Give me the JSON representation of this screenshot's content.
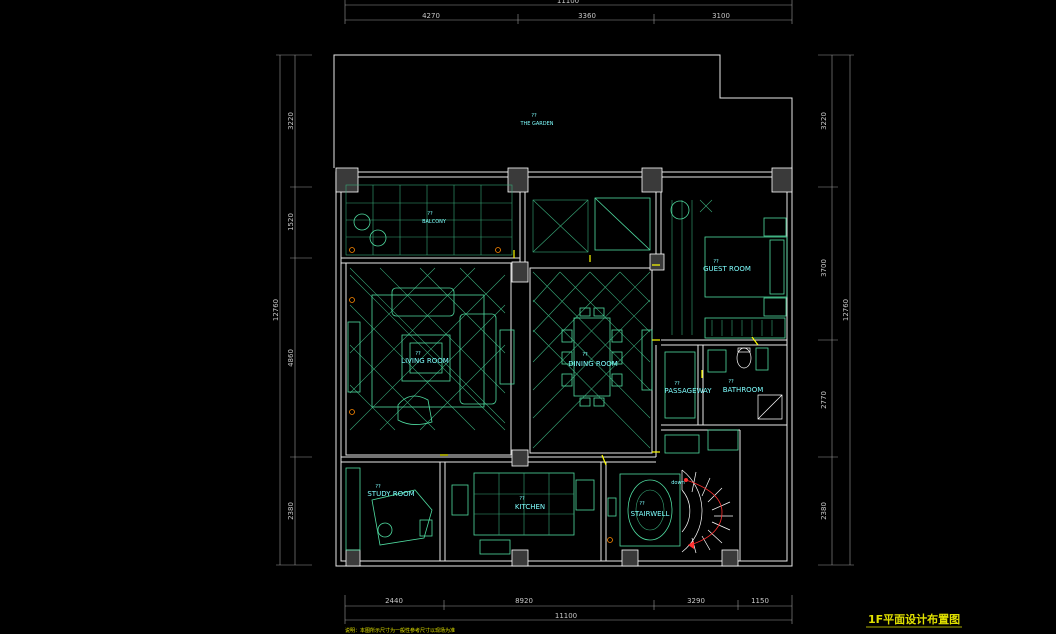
{
  "drawing": {
    "title": "1F平面设计布置图",
    "note": "说明：本图所示尺寸为一般性参考尺寸以现场为准"
  },
  "dimensions": {
    "top_total": "11100",
    "top": [
      "4270",
      "3360",
      "3100"
    ],
    "bottom": [
      "2440",
      "8920",
      "3290",
      "1150"
    ],
    "bottom_total": "11100",
    "left": [
      "3220",
      "1520",
      "4860",
      "2380"
    ],
    "left_total": "12760",
    "right": [
      "3220",
      "3700",
      "2770",
      "2380"
    ],
    "right_total": "12760"
  },
  "rooms": {
    "garden": "THE GARDEN",
    "balcony": "BALCONY",
    "living_room": "LIVING ROOM",
    "dining_room": "DINING ROOM",
    "guest_room": "GUEST ROOM",
    "passageway": "PASSAGEWAY",
    "bathroom": "BATHROOM",
    "study_room": "STUDY ROOM",
    "kitchen": "KITCHEN",
    "stairwell": "STAIRWELL",
    "down_label": "down",
    "area_tag": "??"
  },
  "colors": {
    "background": "#000000",
    "wall": "#e8e8e8",
    "furniture": "#4fdba0",
    "room_label": "#7fffff",
    "title": "#e0e000",
    "stair_arrow": "#ff3030"
  }
}
